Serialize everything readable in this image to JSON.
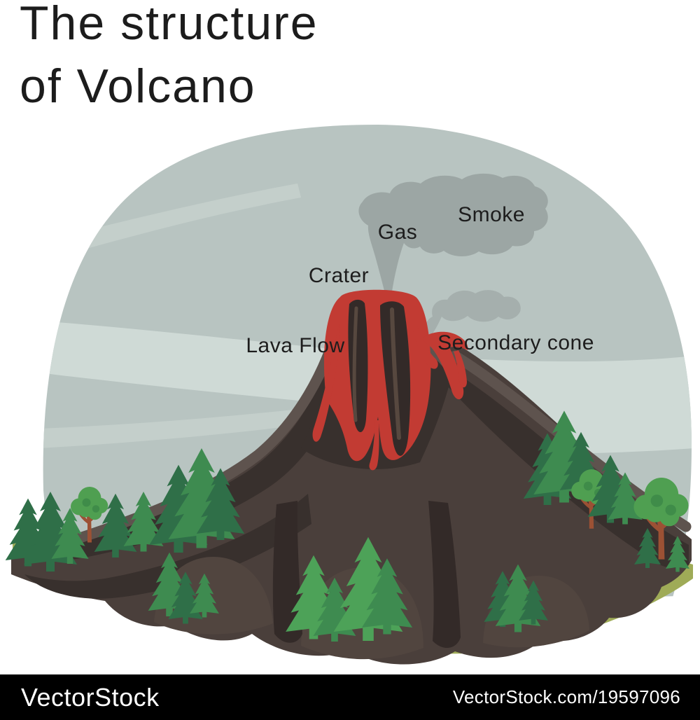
{
  "title": {
    "line1": "The structure",
    "line2": "of Volcano"
  },
  "labels": {
    "smoke": "Smoke",
    "gas": "Gas",
    "crater": "Crater",
    "lava_flow": "Lava Flow",
    "secondary_cone": "Secondary cone"
  },
  "footer": {
    "brand": "VectorStock",
    "credit": "VectorStock.com/19597096"
  },
  "colors": {
    "text": "#1d1d1d",
    "dome": "#b8c4c1",
    "band_light": "#cfdad6",
    "band_mid": "#c4cfcb",
    "smoke": "#9ca6a4",
    "wisp": "#a5afad",
    "vol_base": "#4a3f3b",
    "vol_dark": "#38302d",
    "vol_darker": "#332a28",
    "vol_mid": "#51453f",
    "vol_light": "#5e534e",
    "vol_streak": "#57483f",
    "lava": "#c23b33",
    "ground": "#9fab57",
    "fir_dark": "#2f6f48",
    "fir_mid": "#3e8b50",
    "fir_bright": "#4da258",
    "leaf": "#4f9f51",
    "leaf_dark": "#3f8c49",
    "trunk": "#9c5134",
    "footer_bg": "#000000",
    "footer_text": "#ffffff"
  }
}
